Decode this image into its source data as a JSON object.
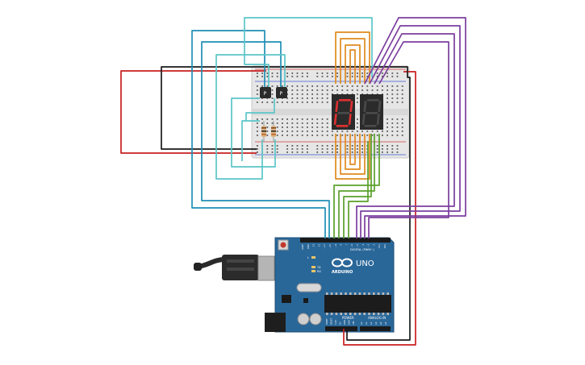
{
  "board": {
    "brand": "ARDUINO",
    "model": "UNO",
    "digital_label": "DIGITAL (PWM~)",
    "power_label": "POWER",
    "analog_label": "ANALOG IN",
    "led_tx": "TX",
    "led_rx": "RX",
    "led_l": "L",
    "led_on": "ON",
    "pin_labels_digital": [
      "AREF",
      "GND",
      "13",
      "12",
      "~11",
      "~10",
      "~9",
      "8",
      "7",
      "~6",
      "~5",
      "4",
      "~3",
      "2",
      "TX1",
      "RX0"
    ],
    "pin_labels_power": [
      "IOREF",
      "RESET",
      "3.3V",
      "5V",
      "GND",
      "GND",
      "VIN"
    ],
    "pin_labels_analog": [
      "A0",
      "A1",
      "A2",
      "A3",
      "A4",
      "A5"
    ]
  },
  "transistors": [
    {
      "label": "P"
    },
    {
      "label": "P"
    }
  ],
  "displays": [
    {
      "digit": "0",
      "state": "on"
    },
    {
      "digit": "8",
      "state": "off"
    }
  ],
  "colors": {
    "red": "#c81e1e",
    "black": "#1a1a1a",
    "blue": "#1e8fb4",
    "teal": "#5bc5c8",
    "orange": "#e08a1e",
    "green": "#5aa02c",
    "purple": "#7b3e9e",
    "board": "#2a6799",
    "breadboard": "#e6e6e6"
  }
}
